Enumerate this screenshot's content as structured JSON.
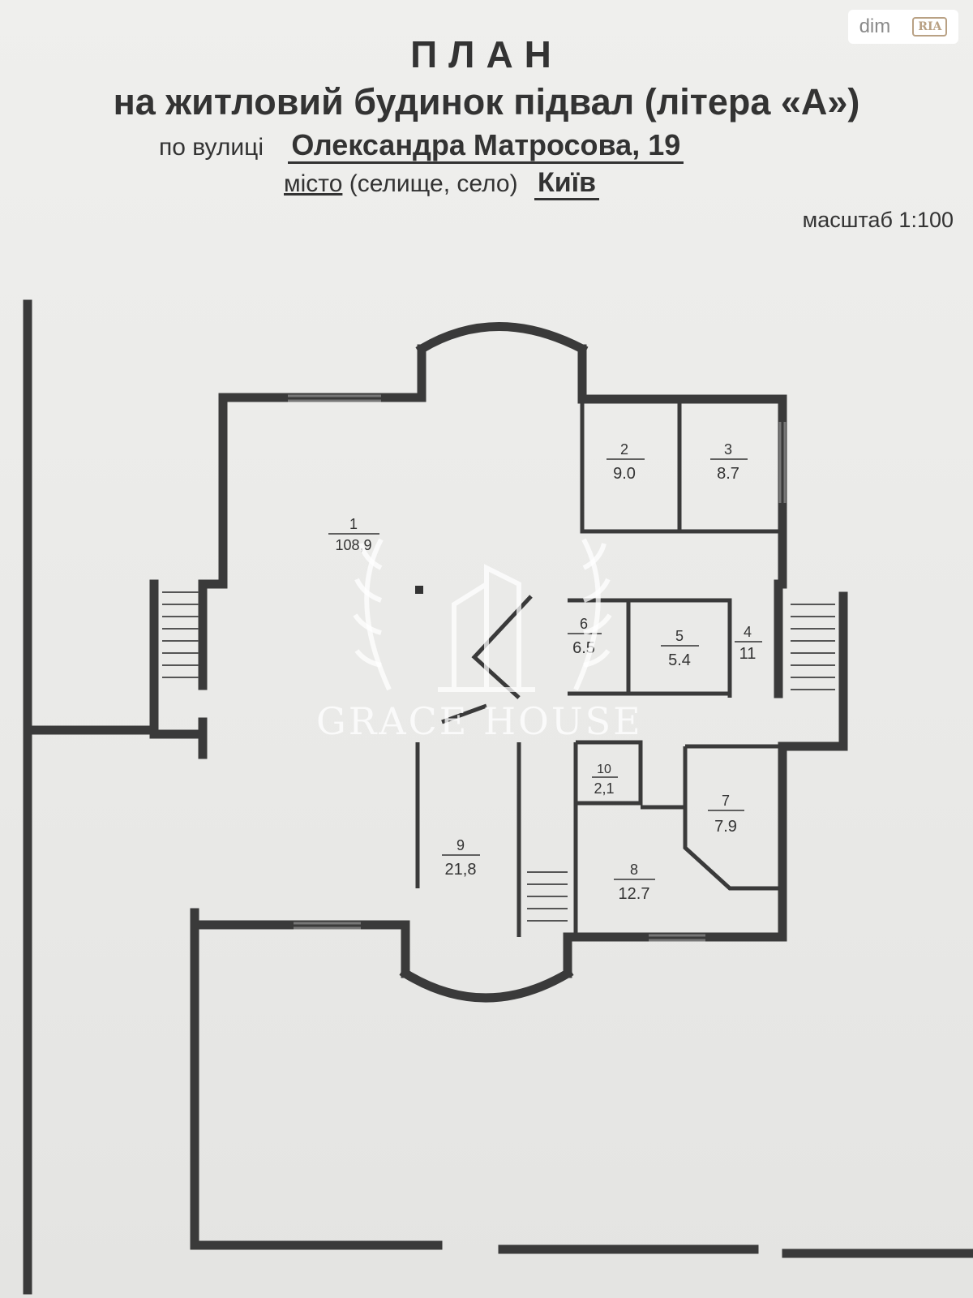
{
  "header": {
    "title": "ПЛАН",
    "subtitle": "на житловий будинок підвал (літера «А»)",
    "street_label": "по вулиці",
    "street_value": "Олександра Матросова, 19",
    "city_label_underlined": "місто",
    "city_label_rest": "(селище, село)",
    "city_value": "Київ",
    "scale": "масштаб 1:100"
  },
  "watermarks": {
    "site_text": "dim",
    "site_badge": "RIA",
    "agency": "GRACE HOUSE"
  },
  "rooms": [
    {
      "number": "1",
      "area": "108,9"
    },
    {
      "number": "2",
      "area": "9.0"
    },
    {
      "number": "3",
      "area": "8.7"
    },
    {
      "number": "4",
      "area": "11"
    },
    {
      "number": "5",
      "area": "5.4"
    },
    {
      "number": "6",
      "area": "6.5"
    },
    {
      "number": "7",
      "area": "7.9"
    },
    {
      "number": "8",
      "area": "12.7"
    },
    {
      "number": "9",
      "area": "21,8"
    },
    {
      "number": "10",
      "area": "2,1"
    }
  ],
  "colors": {
    "wall": "#3a3a3a",
    "paper": "#ececea",
    "text": "#2a2a2a"
  }
}
